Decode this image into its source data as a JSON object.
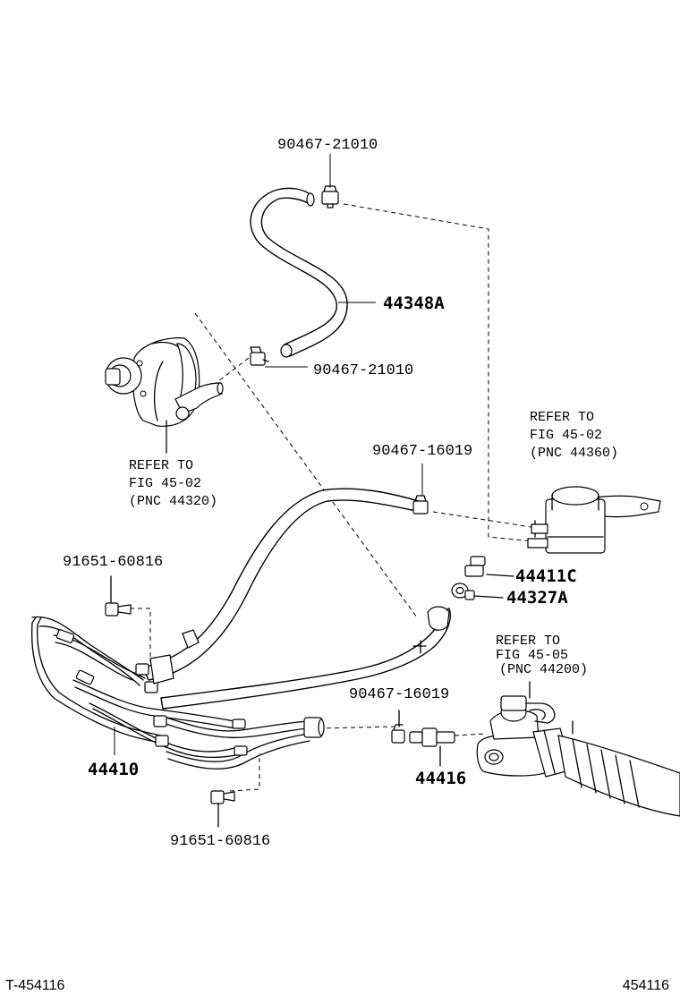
{
  "labels": {
    "clamp_top": "90467-21010",
    "hose_return": "44348A",
    "clamp_pump": "90467-21010",
    "clamp_reservoir": "90467-16019",
    "bolt_left": "91651-60816",
    "union_bolt": "44411C",
    "gasket": "44327A",
    "clamp_gear": "90467-16019",
    "tube_assy": "44410",
    "union": "44416",
    "bolt_bottom": "91651-60816"
  },
  "refs": {
    "pump": {
      "line1": "REFER TO",
      "line2": "FIG 45-02",
      "line3": "(PNC 44320)"
    },
    "reservoir": {
      "line1": "REFER TO",
      "line2": "FIG 45-02",
      "line3": "(PNC 44360)"
    },
    "gear": {
      "line1": "REFER TO",
      "line2": "FIG 45-05",
      "line3": "(PNC 44200)"
    }
  },
  "footer": {
    "left_code": "T-454116",
    "right_code": "454116"
  }
}
